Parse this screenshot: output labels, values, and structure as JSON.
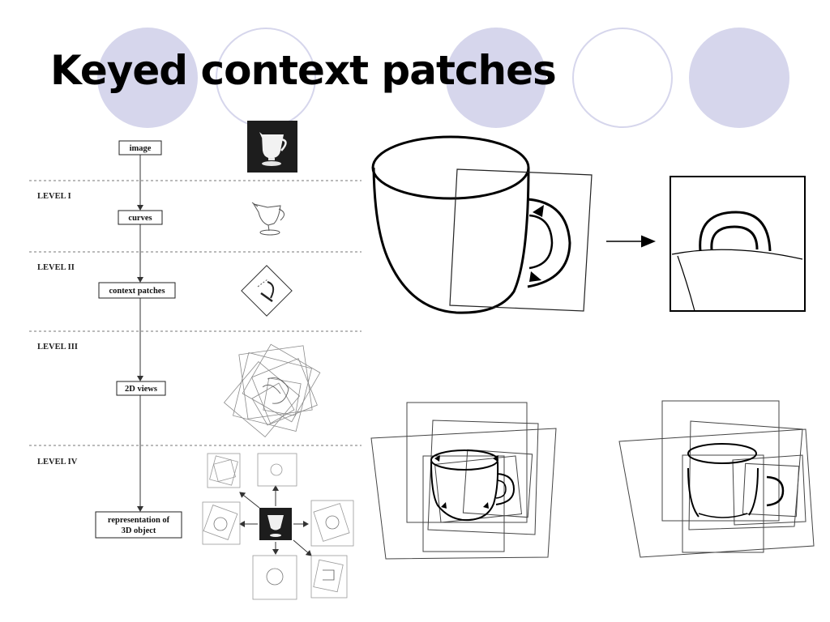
{
  "slide": {
    "title": "Keyed context patches"
  },
  "pipeline": {
    "levels": [
      "LEVEL  I",
      "LEVEL  II",
      "LEVEL  III",
      "LEVEL  IV"
    ],
    "stages": [
      "image",
      "curves",
      "context patches",
      "2D views",
      "representation of",
      "3D object"
    ]
  },
  "colors": {
    "decoration": "#d6d6ec",
    "ink": "#000000",
    "faint_ink": "#8a8a8a"
  }
}
